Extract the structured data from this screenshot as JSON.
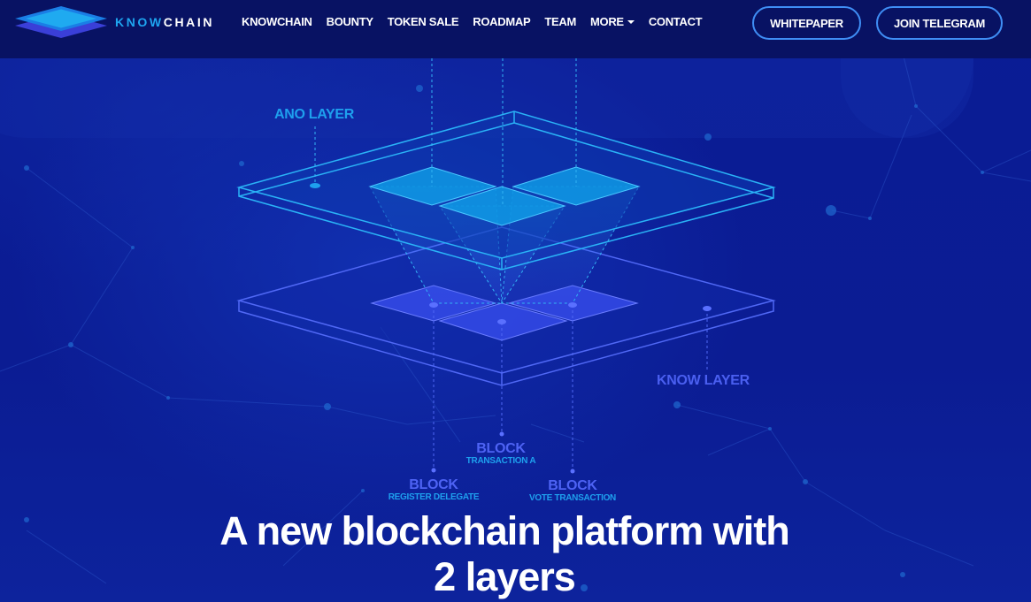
{
  "brand": {
    "name_part1": "KNOW",
    "name_part2": "CHAIN",
    "logo_icon": "stacked-layers-logo-icon"
  },
  "nav": {
    "links": [
      {
        "label": "KNOWCHAIN"
      },
      {
        "label": "BOUNTY"
      },
      {
        "label": "TOKEN SALE"
      },
      {
        "label": "ROADMAP"
      },
      {
        "label": "TEAM"
      },
      {
        "label": "MORE",
        "has_dropdown": true
      },
      {
        "label": "CONTACT"
      }
    ],
    "buttons": {
      "whitepaper": "WHITEPAPER",
      "telegram": "JOIN TELEGRAM"
    }
  },
  "diagram": {
    "top_layer_label": "ANO LAYER",
    "bottom_layer_label": "KNOW LAYER",
    "blocks": [
      {
        "title": "BLOCK",
        "subtitle": "TRANSACTION A"
      },
      {
        "title": "BLOCK",
        "subtitle": "REGISTER DELEGATE"
      },
      {
        "title": "BLOCK",
        "subtitle": "VOTE TRANSACTION"
      }
    ]
  },
  "hero": {
    "headline_line1": "A new blockchain platform with",
    "headline_line2": "2 layers"
  },
  "colors": {
    "navbar_bg": "#081263",
    "hero_bg": "#0a1c95",
    "accent_cyan": "#1ea0ee",
    "accent_indigo": "#4e63f4",
    "button_border": "#3f8ef5"
  }
}
